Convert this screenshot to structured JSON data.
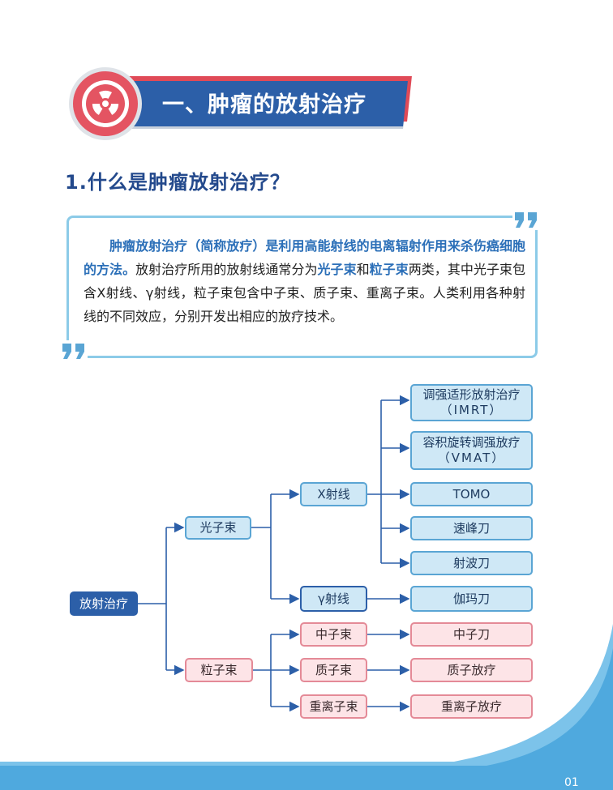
{
  "header": {
    "title": "一、肿瘤的放射治疗",
    "icon": "radiation-icon"
  },
  "section": {
    "title": "1.什么是肿瘤放射治疗？"
  },
  "definition": {
    "part1_bold": "肿瘤放射治疗（简称放疗）是利用高能射线的电离辐射作用来杀伤癌细胞的方法。",
    "part2": "放射治疗所用的放射线通常分为",
    "photon_beam": "光子束",
    "and": "和",
    "particle_beam": "粒子束",
    "part3": "两类，其中光子束包含X射线、γ射线，粒子束包含中子束、质子束、重离子束。人类利用各种射线的不同效应，分别开发出相应的放疗技术。"
  },
  "diagram": {
    "root": "放射治疗",
    "photon": "光子束",
    "particle": "粒子束",
    "xray": "X射线",
    "gamma": "γ射线",
    "neutron_beam": "中子束",
    "proton_beam": "质子束",
    "heavy_ion_beam": "重离子束",
    "imrt_line1": "调强适形放射治疗",
    "imrt_line2": "（IMRT）",
    "vmat_line1": "容积旋转调强放疗",
    "vmat_line2": "（VMAT）",
    "tomo": "TOMO",
    "velocity": "速峰刀",
    "cyberknife": "射波刀",
    "gammaknife": "伽玛刀",
    "neutron_knife": "中子刀",
    "proton_therapy": "质子放疗",
    "heavy_ion_therapy": "重离子放疗"
  },
  "footer": {
    "page": "01"
  }
}
